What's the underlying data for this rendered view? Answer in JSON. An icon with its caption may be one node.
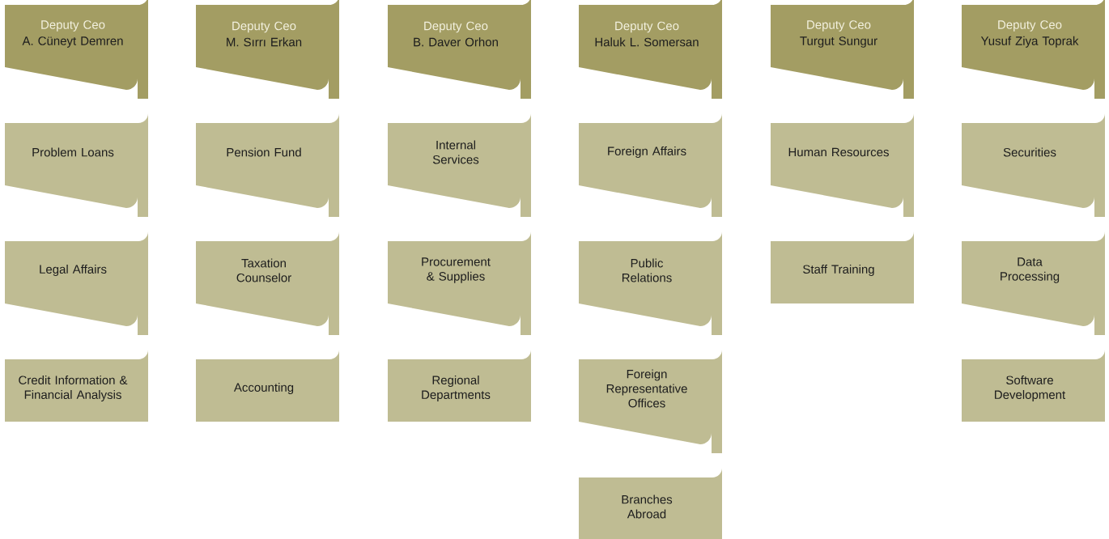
{
  "diagram": {
    "nodes": [
      {
        "text": [
          "Deputy Ceo",
          "A. Cüneyt Demren"
        ]
      },
      {
        "text": [
          "Deputy Ceo",
          "M. Sırrı Erkan"
        ]
      },
      {
        "text": [
          "Deputy Ceo",
          "B. Daver Orhon"
        ]
      },
      {
        "text": [
          "Deputy Ceo",
          "Haluk L. Somersan"
        ]
      },
      {
        "text": [
          "Deputy Ceo",
          "Turgut Sungur"
        ]
      },
      {
        "text": [
          "Deputy Ceo",
          "Yusuf Ziya Toprak"
        ]
      },
      {
        "text": [
          "Problem Loans"
        ]
      },
      {
        "text": [
          "Pension Fund"
        ]
      },
      {
        "text": [
          "Internal Services"
        ]
      },
      {
        "text": [
          "Foreign Affairs"
        ]
      },
      {
        "text": [
          "Human Resources"
        ]
      },
      {
        "text": [
          "Securities"
        ]
      },
      {
        "text": [
          "Legal Affairs"
        ]
      },
      {
        "text": [
          "Taxation Counselor"
        ]
      },
      {
        "text": [
          "Procurement & Supplies"
        ]
      },
      {
        "text": [
          "Public Relations"
        ]
      },
      {
        "text": [
          "Staff Training"
        ]
      },
      {
        "text": [
          "Data Processing"
        ]
      },
      {
        "text": [
          "Credit Information & Financial Analysis"
        ]
      },
      {
        "text": [
          "Accounting"
        ]
      },
      {
        "text": [
          "Regional Departments"
        ]
      },
      {
        "text": [
          "Foreign Representative Offices"
        ]
      },
      {
        "text": [
          "Software Development"
        ]
      },
      {
        "text": [
          "Branches Abroad"
        ]
      }
    ]
  }
}
